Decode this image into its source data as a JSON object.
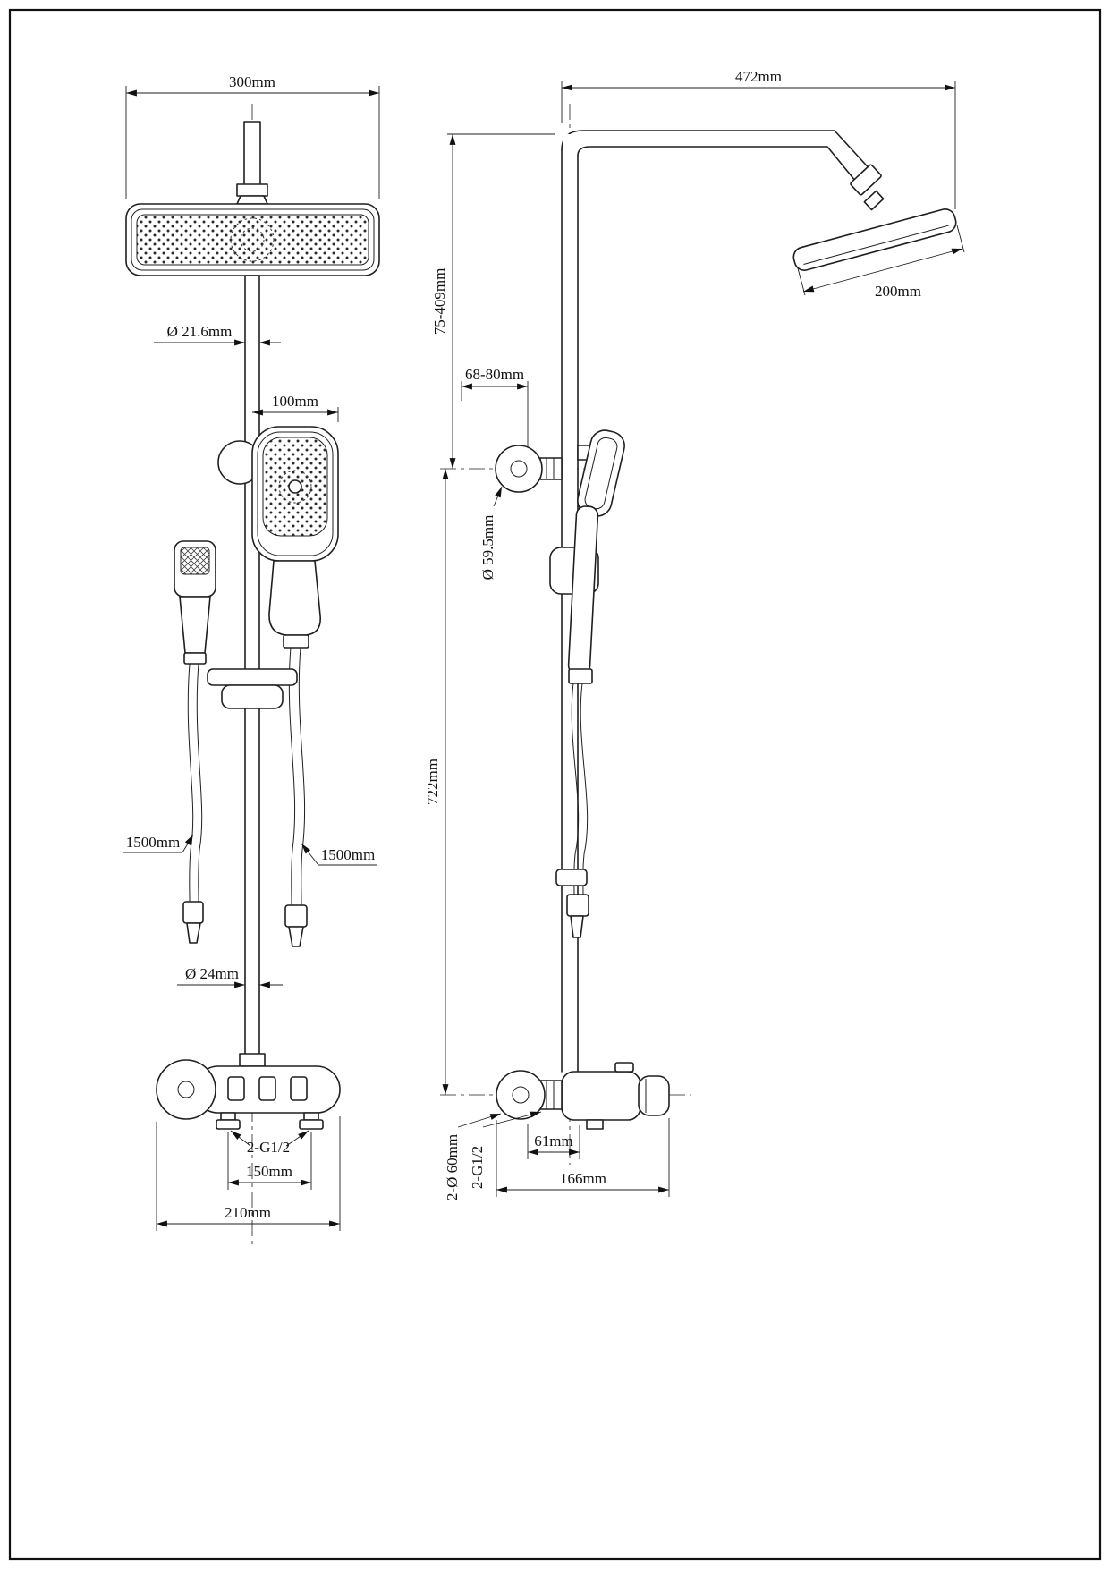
{
  "front_view": {
    "dim_head_width": "300mm",
    "dim_pipe_diameter": "Ø 21.6mm",
    "dim_handshower_width": "100mm",
    "dim_hose_left_length": "1500mm",
    "dim_hose_right_length": "1500mm",
    "dim_lower_pipe_diameter": "Ø 24mm",
    "dim_inlet_thread": "2-G1/2",
    "dim_inlet_spacing": "150mm",
    "dim_valve_width": "210mm"
  },
  "side_view": {
    "dim_arm_reach": "472mm",
    "dim_head_height_range": "75-409mm",
    "dim_bracket_offset_range": "68-80mm",
    "dim_head_depth": "200mm",
    "dim_bracket_flange_diameter": "Ø 59.5mm",
    "dim_riser_height": "722mm",
    "dim_escutcheon_diameter": "2-Ø 60mm",
    "dim_connection_thread": "2-G1/2",
    "dim_valve_offset": "61mm",
    "dim_valve_depth": "166mm"
  }
}
